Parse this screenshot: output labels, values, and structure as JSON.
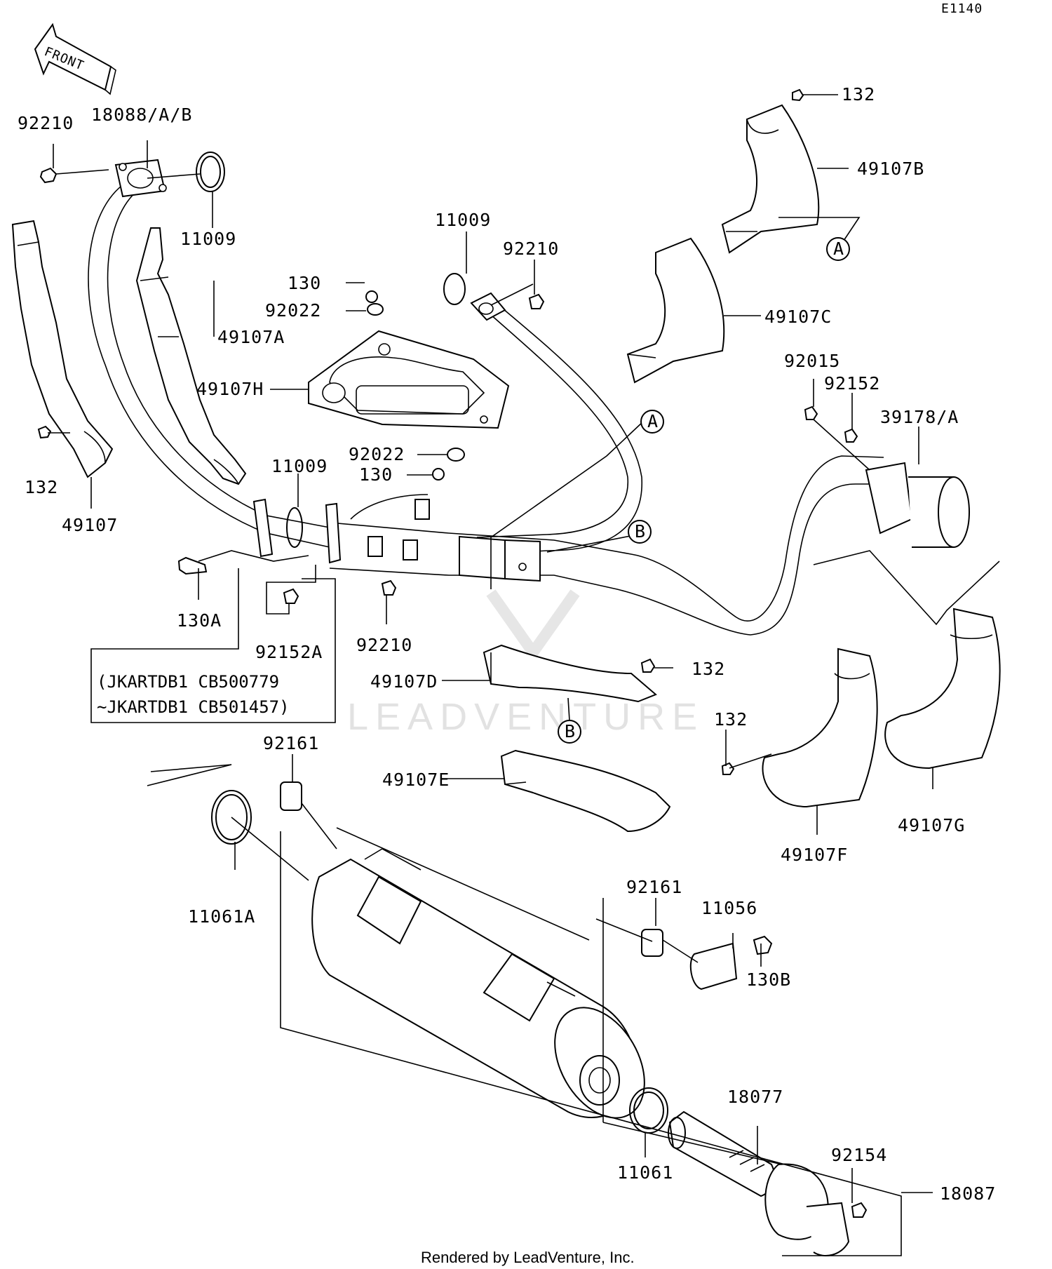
{
  "diagram_code": "E1140",
  "front_label": "FRONT",
  "parts": {
    "p92210_a": "92210",
    "p18088": "18088/A/B",
    "p11009_a": "11009",
    "p132_top": "132",
    "p49107B": "49107B",
    "callout_A_top": "A",
    "p11009_b": "11009",
    "p92210_b": "92210",
    "p130_a": "130",
    "p92022_a": "92022",
    "p49107A": "49107A",
    "p49107C": "49107C",
    "p49107H": "49107H",
    "p92015": "92015",
    "p92152": "92152",
    "p39178": "39178/A",
    "callout_A_mid": "A",
    "p92022_b": "92022",
    "p130_b": "130",
    "p132_left": "132",
    "p49107": "49107",
    "p11009_c": "11009",
    "callout_B_mid": "B",
    "p130A": "130A",
    "p92152A": "92152A",
    "p92210_c": "92210",
    "p132_mid": "132",
    "p49107D": "49107D",
    "callout_B_low": "B",
    "p132_right": "132",
    "p92161_a": "92161",
    "p49107E": "49107E",
    "p49107F": "49107F",
    "p49107G": "49107G",
    "p11061A": "11061A",
    "p92161_b": "92161",
    "p11056": "11056",
    "p130B": "130B",
    "p18077": "18077",
    "p92154": "92154",
    "p11061": "11061",
    "p18087": "18087"
  },
  "note": {
    "line1": "(JKARTDB1 CB500779",
    "line2": "~JKARTDB1 CB501457)"
  },
  "watermark": "LEADVENTURE",
  "footer": "Rendered by LeadVenture, Inc."
}
